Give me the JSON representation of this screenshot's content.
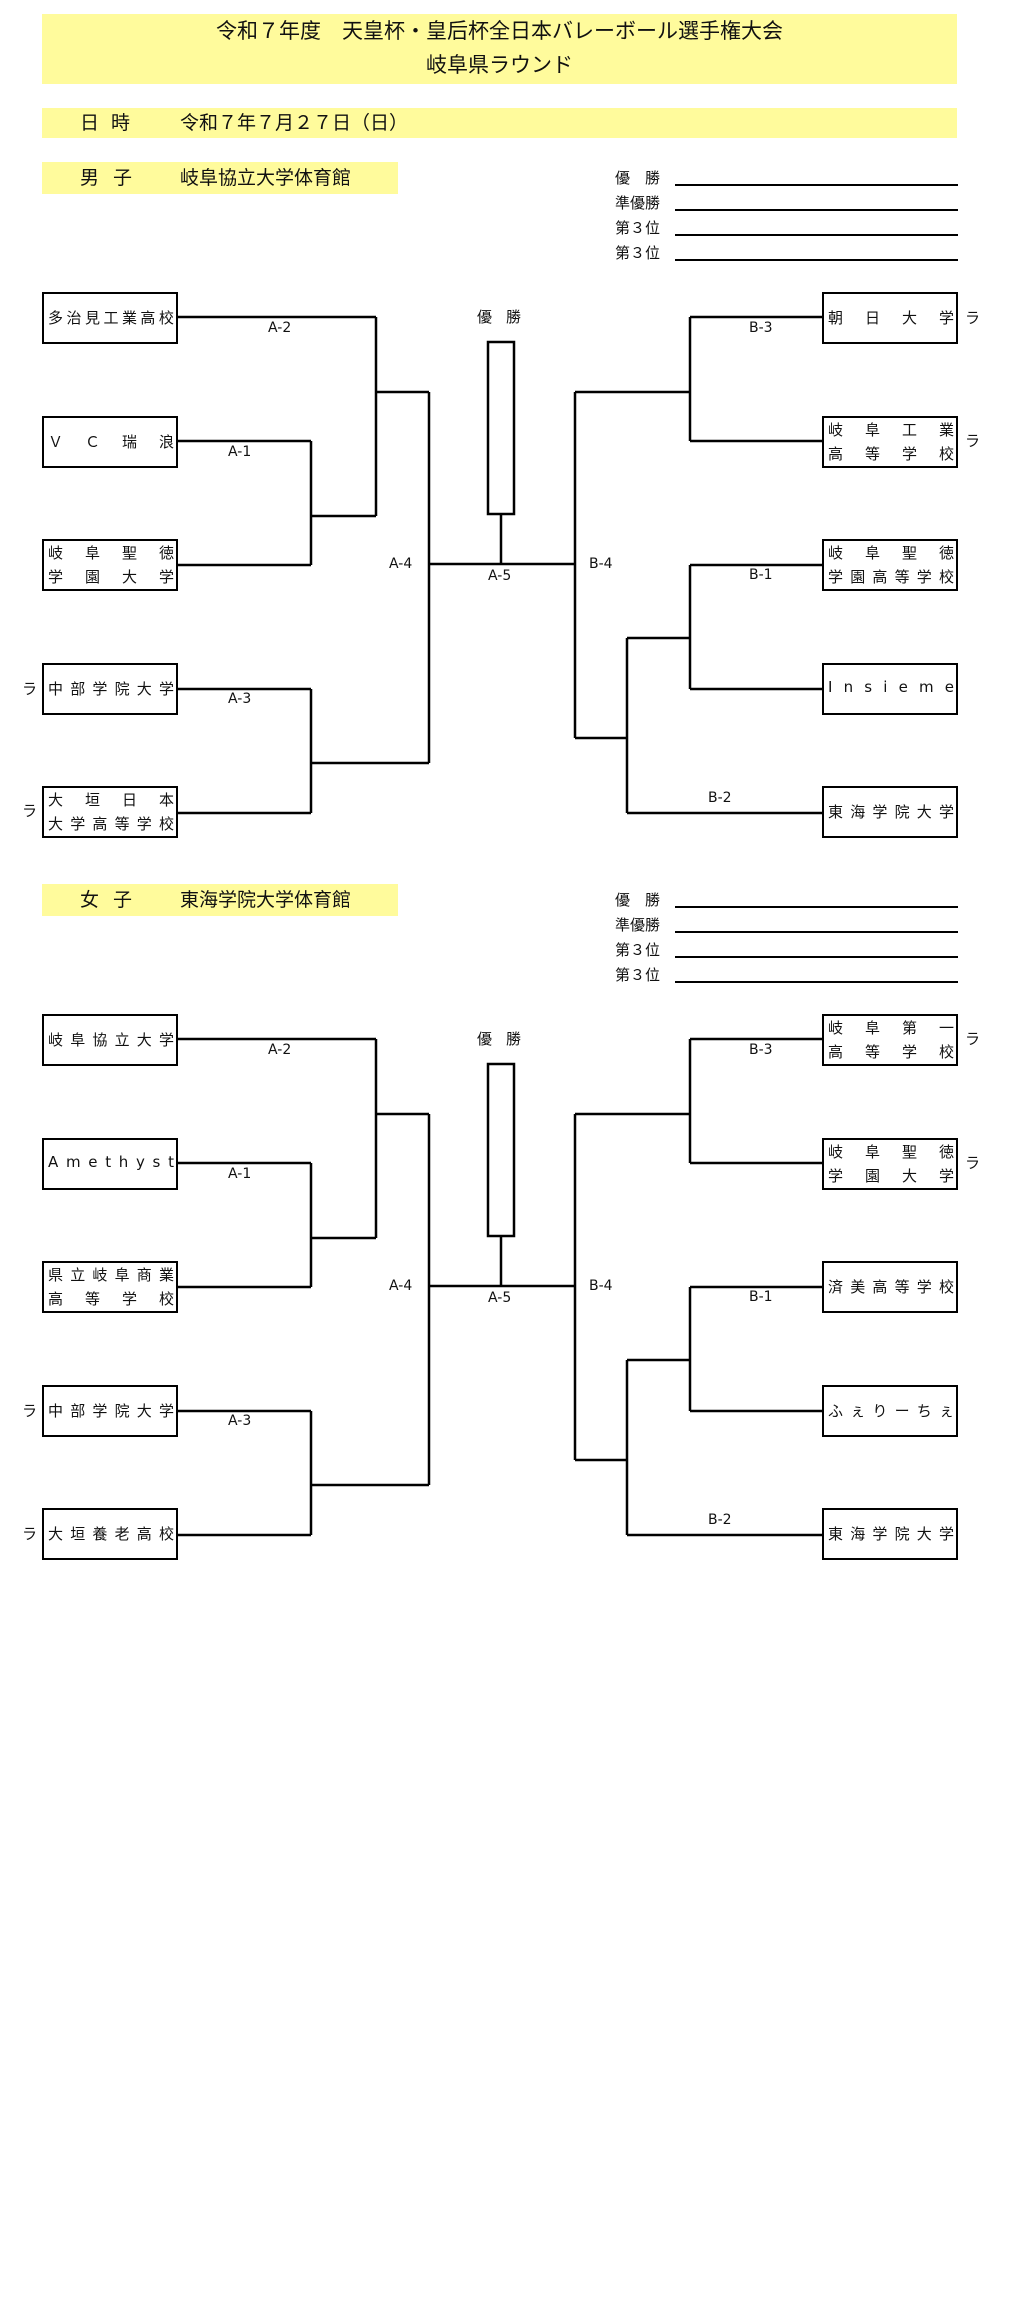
{
  "header": {
    "title_line1": "令和７年度　天皇杯・皇后杯全日本バレーボール選手権大会",
    "title_line2": "岐阜県ラウンド",
    "date_label": "日時",
    "date_value": "令和７年７月２７日（日）"
  },
  "sections": {
    "men": {
      "gender_label": "男子",
      "venue": "岐阜協立大学体育館",
      "results": [
        {
          "label": "優　勝",
          "value": ""
        },
        {
          "label": "準優勝",
          "value": ""
        },
        {
          "label": "第３位",
          "value": ""
        },
        {
          "label": "第３位",
          "value": ""
        }
      ],
      "champion_label": "優勝",
      "teams_left": [
        {
          "line1": "多治見工業高校",
          "line2": "",
          "mark": ""
        },
        {
          "line1": "ＶＣ瑞浪",
          "line2": "",
          "mark": ""
        },
        {
          "line1": "岐阜聖徳",
          "line2": "学園大学",
          "mark": ""
        },
        {
          "line1": "中部学院大学",
          "line2": "",
          "mark": "ラ"
        },
        {
          "line1": "大垣日本",
          "line2": "大学高等学校",
          "mark": "ラ"
        }
      ],
      "teams_right": [
        {
          "line1": "朝日大学",
          "line2": "",
          "mark": "ラ"
        },
        {
          "line1": "岐阜工業",
          "line2": "高等学校",
          "mark": "ラ"
        },
        {
          "line1": "岐阜聖徳",
          "line2": "学園高等学校",
          "mark": ""
        },
        {
          "line1": "Insieme",
          "line2": "",
          "mark": ""
        },
        {
          "line1": "東海学院大学",
          "line2": "",
          "mark": ""
        }
      ],
      "matches": {
        "a1": "A-1",
        "a2": "A-2",
        "a3": "A-3",
        "a4": "A-4",
        "a5": "A-5",
        "b1": "B-1",
        "b2": "B-2",
        "b3": "B-3",
        "b4": "B-4"
      }
    },
    "women": {
      "gender_label": "女子",
      "venue": "東海学院大学体育館",
      "results": [
        {
          "label": "優　勝",
          "value": ""
        },
        {
          "label": "準優勝",
          "value": ""
        },
        {
          "label": "第３位",
          "value": ""
        },
        {
          "label": "第３位",
          "value": ""
        }
      ],
      "champion_label": "優勝",
      "teams_left": [
        {
          "line1": "岐阜協立大学",
          "line2": "",
          "mark": ""
        },
        {
          "line1": "Amethyst",
          "line2": "",
          "mark": ""
        },
        {
          "line1": "県立岐阜商業",
          "line2": "高等学校",
          "mark": ""
        },
        {
          "line1": "中部学院大学",
          "line2": "",
          "mark": "ラ"
        },
        {
          "line1": "大垣養老高校",
          "line2": "",
          "mark": "ラ"
        }
      ],
      "teams_right": [
        {
          "line1": "岐阜第一",
          "line2": "高等学校",
          "mark": "ラ"
        },
        {
          "line1": "岐阜聖徳",
          "line2": "学園大学",
          "mark": "ラ"
        },
        {
          "line1": "済美高等学校",
          "line2": "",
          "mark": ""
        },
        {
          "line1": "ふぇりーちぇ",
          "line2": "",
          "mark": ""
        },
        {
          "line1": "東海学院大学",
          "line2": "",
          "mark": ""
        }
      ],
      "matches": {
        "a1": "A-1",
        "a2": "A-2",
        "a3": "A-3",
        "a4": "A-4",
        "a5": "A-5",
        "b1": "B-1",
        "b2": "B-2",
        "b3": "B-3",
        "b4": "B-4"
      }
    }
  }
}
